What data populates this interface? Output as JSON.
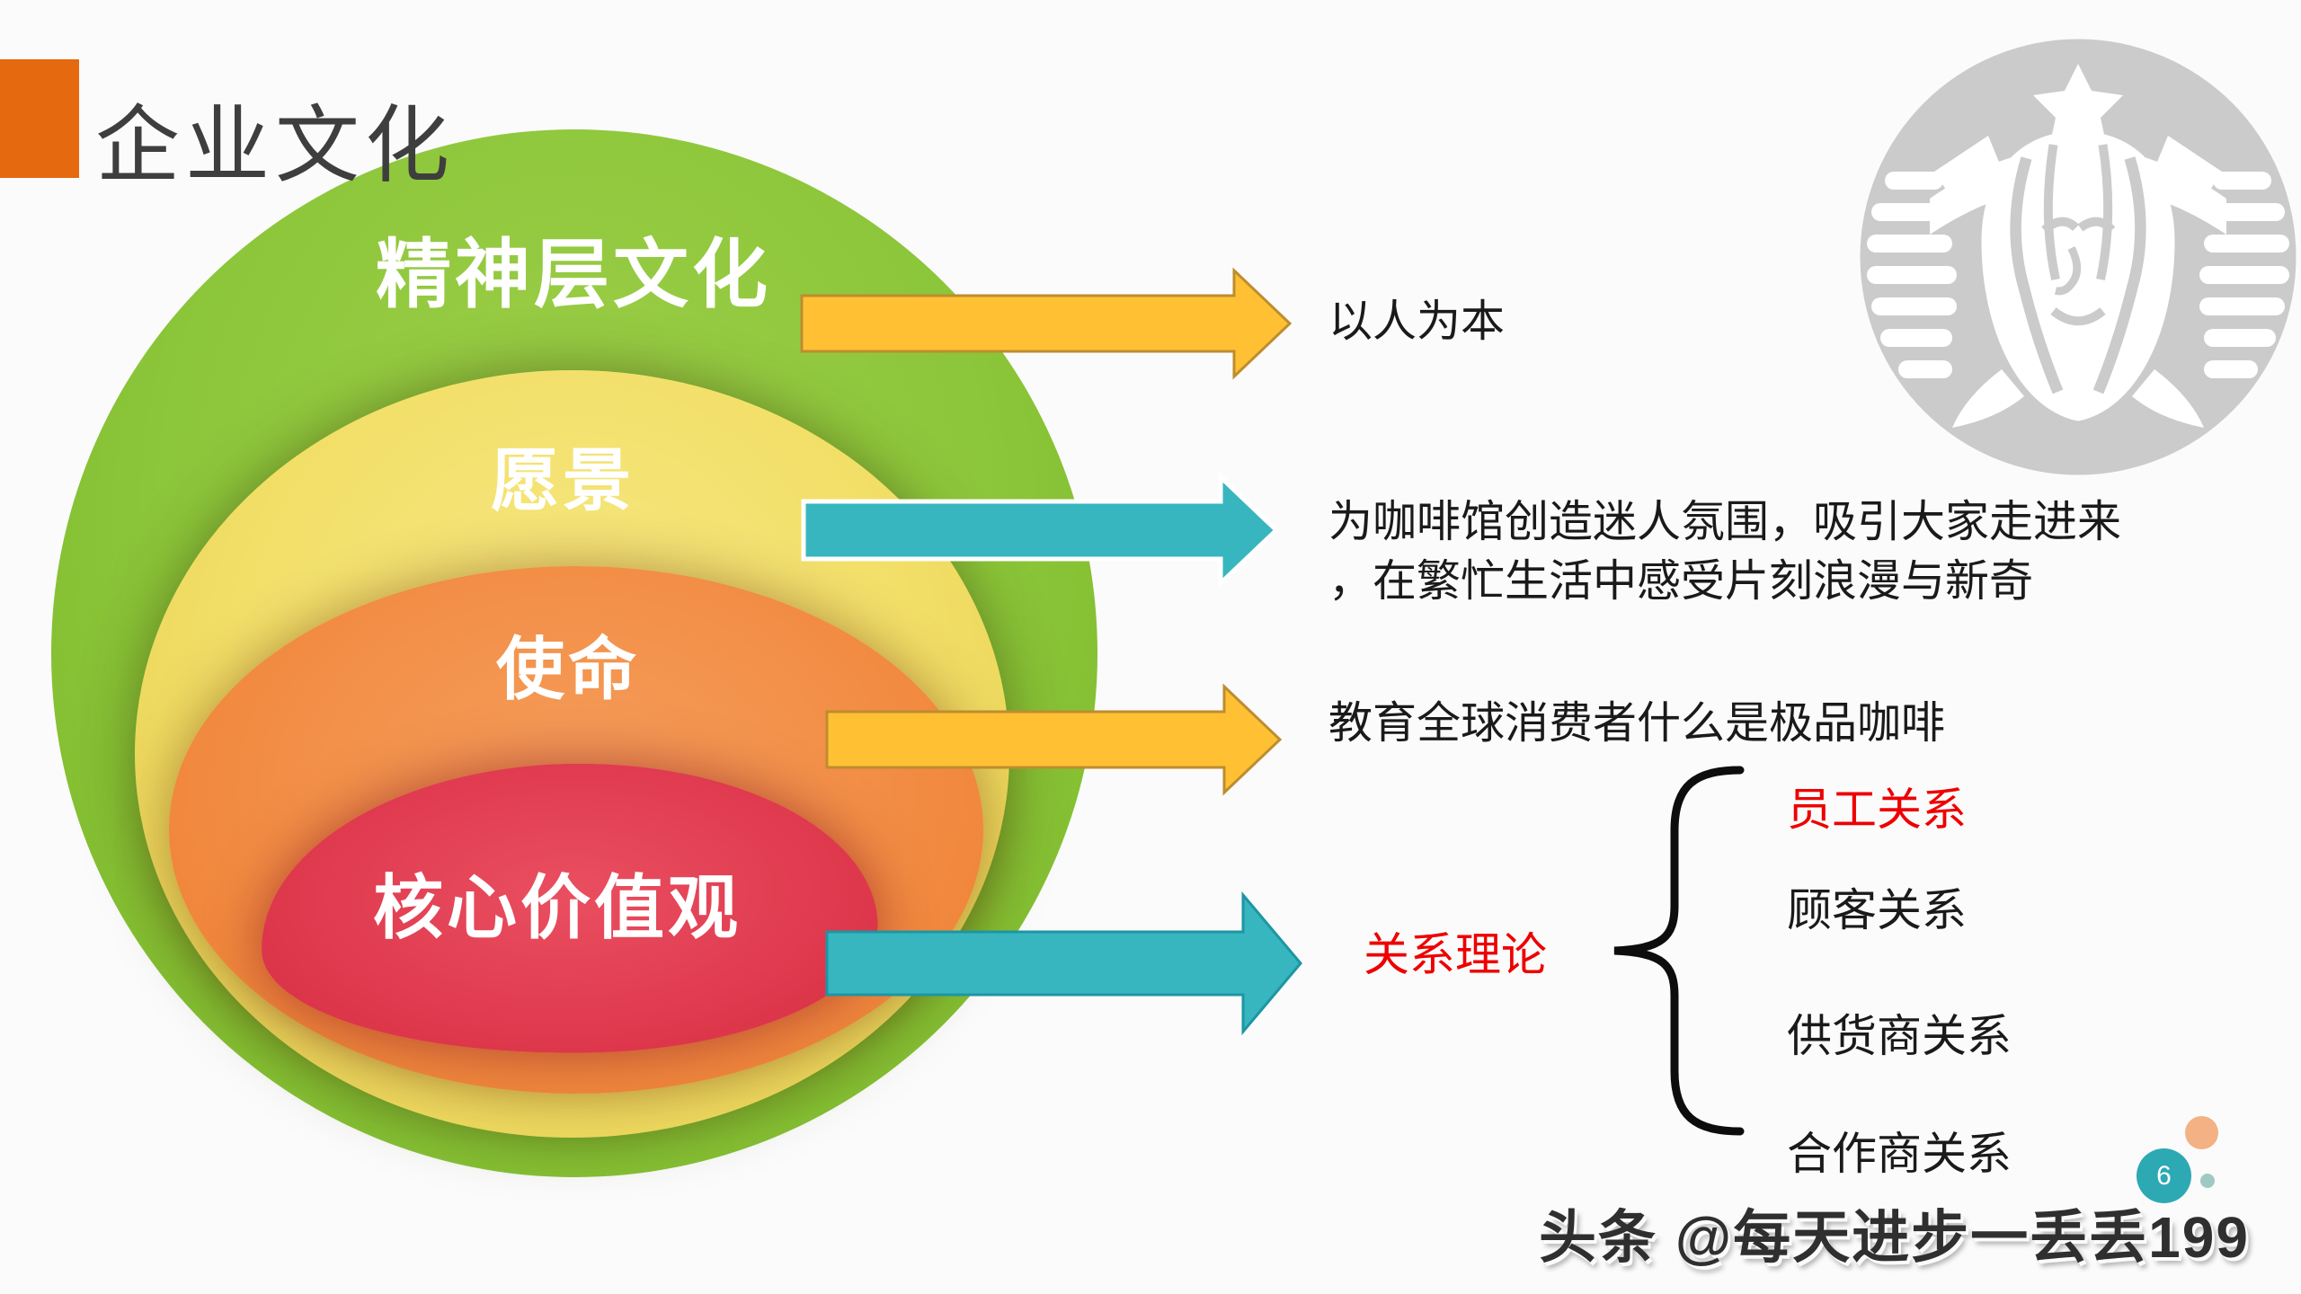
{
  "slide": {
    "title": "企业文化",
    "page_number": "6",
    "watermark": "头条 @每天进步一丢丢199",
    "background_color": "#FBFBFB",
    "title_accent_color": "#E5690E",
    "title_text_color": "#3E3E3E"
  },
  "culture_rings": {
    "layers": [
      {
        "label": "精神层文化",
        "color": "#8CC63A"
      },
      {
        "label": "愿景",
        "color": "#F2DF68"
      },
      {
        "label": "使命",
        "color": "#F28B42"
      },
      {
        "label": "核心价值观",
        "color": "#E03A4F"
      }
    ]
  },
  "annotations": {
    "spirit": {
      "text": "以人为本",
      "arrow_color": "#FFC133"
    },
    "vision": {
      "lines": [
        "为咖啡馆创造迷人氛围，吸引大家走进来",
        "，在繁忙生活中感受片刻浪漫与新奇"
      ],
      "arrow_color": "#38B6C0"
    },
    "mission": {
      "text": "教育全球消费者什么是极品咖啡",
      "arrow_color": "#FFC133"
    },
    "values": {
      "label": "关系理论",
      "label_color": "#EE0000",
      "arrow_color": "#38B6C0",
      "items": [
        {
          "text": "员工关系",
          "color": "#EE0000"
        },
        {
          "text": "顾客关系",
          "color": "#1A1A1A"
        },
        {
          "text": "供货商关系",
          "color": "#1A1A1A"
        },
        {
          "text": "合作商关系",
          "color": "#1A1A1A"
        }
      ]
    }
  },
  "logo": {
    "name": "starbucks-logo-watermark",
    "color": "#CBCBCB"
  },
  "page_dots": {
    "bubble_color": "#2DA9B4",
    "orange_dot_color": "#F4B183",
    "small_dot_color": "#9FC9C4"
  }
}
